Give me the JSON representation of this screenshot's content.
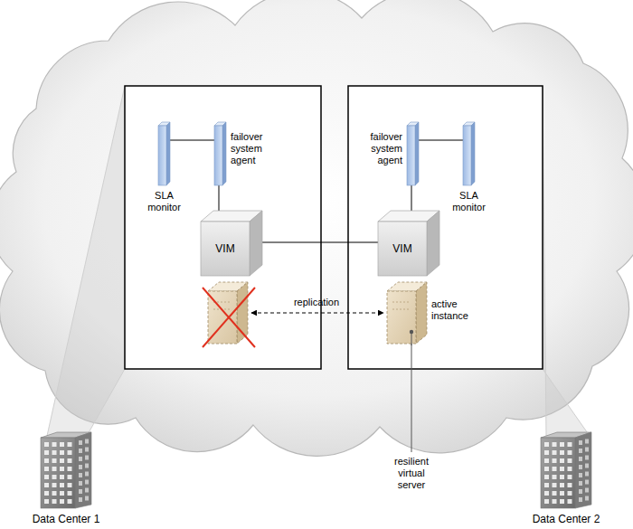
{
  "diagram": {
    "nodes": [
      {
        "text": [
          "SLA monitor"
        ]
      },
      {
        "text": [
          "failover system agent"
        ]
      },
      {
        "text": [
          "VIM"
        ]
      },
      {
        "text": [
          "failover system agent"
        ]
      },
      {
        "text": [
          "SLA monitor"
        ]
      },
      {
        "text": [
          "VIM"
        ]
      },
      {
        "text": [
          "active instance"
        ]
      },
      {
        "text": [
          "Data Center 1"
        ]
      },
      {
        "text": [
          "Data Center 2"
        ]
      }
    ],
    "edges": [
      {
        "from": 0,
        "to": 1,
        "arrow": "none"
      },
      {
        "from": 1,
        "to": 2,
        "arrow": "none"
      },
      {
        "from": 2,
        "to": 5,
        "arrow": "none"
      },
      {
        "from": 3,
        "to": 4,
        "arrow": "none"
      },
      {
        "from": 3,
        "to": 5,
        "arrow": "none"
      }
    ],
    "labels": [
      "replication",
      "resilient virtual server"
    ]
  }
}
